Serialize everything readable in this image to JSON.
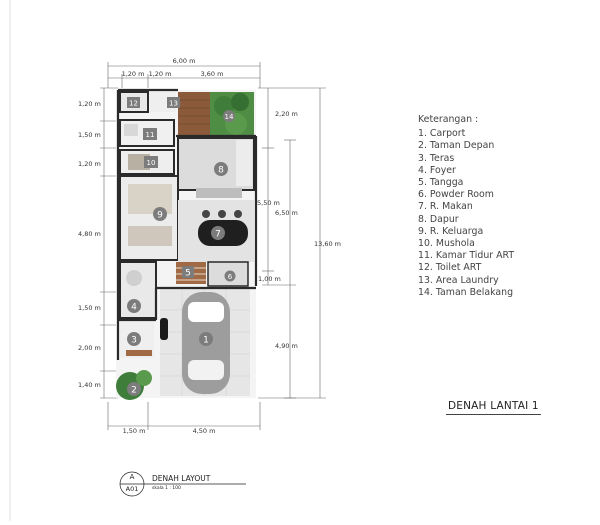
{
  "dimensions": {
    "top_total": "6,00 m",
    "top_a": "1,20 m",
    "top_b": "1,20 m",
    "top_c": "3,60 m",
    "left_1": "1,20 m",
    "left_2": "1,50 m",
    "left_3": "1,20 m",
    "left_4": "4,80 m",
    "left_5": "1,50 m",
    "left_6": "2,00 m",
    "left_7": "1,40 m",
    "right_a": "2,20 m",
    "right_b": "5,50 m",
    "right_c": "6,50 m",
    "right_d": "1,00 m",
    "right_e": "4,90 m",
    "right_total": "13,60 m",
    "bottom_a": "1,50 m",
    "bottom_b": "4,50 m"
  },
  "room_numbers": {
    "r1": "1",
    "r2": "2",
    "r3": "3",
    "r4": "4",
    "r5": "5",
    "r6": "6",
    "r7": "7",
    "r8": "8",
    "r9": "9",
    "r10": "10",
    "r11": "11",
    "r12": "12",
    "r13": "13",
    "r14": "14"
  },
  "legend": {
    "title": "Keterangan :",
    "items": [
      "1.  Carport",
      "2.  Taman Depan",
      "3.  Teras",
      "4.  Foyer",
      "5.  Tangga",
      "6.  Powder Room",
      "7.  R. Makan",
      "8.  Dapur",
      "9.  R. Keluarga",
      "10. Mushola",
      "11. Kamar Tidur ART",
      "12. Toilet ART",
      "13. Area Laundry",
      "14. Taman Belakang"
    ]
  },
  "plan_title": "DENAH LANTAI 1",
  "title_block": {
    "code_letter": "A",
    "code_sheet": "A01",
    "title": "DENAH LAYOUT",
    "scale": "skala 1 : 100"
  },
  "colors": {
    "wall": "#2a2a2a",
    "floor_grey": "#d9d9d9",
    "wood": "#8a5a3b",
    "marker": "#7c7c7c",
    "garden": "#3f7d3a",
    "dim_line": "#666666"
  }
}
